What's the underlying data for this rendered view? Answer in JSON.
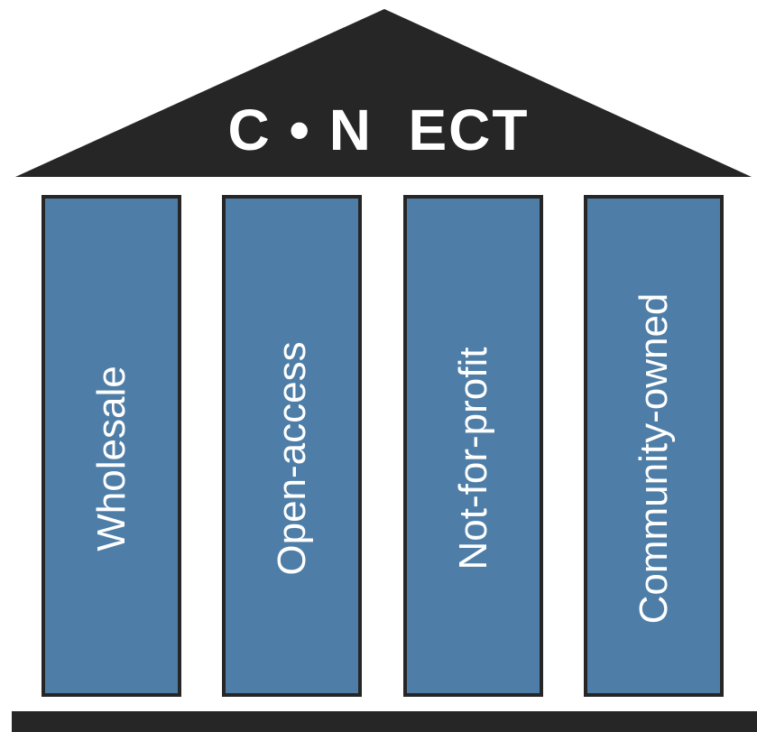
{
  "roof": {
    "title": "C • N  ECT"
  },
  "pillars": [
    {
      "label": "Wholesale"
    },
    {
      "label": "Open-access"
    },
    {
      "label": "Not-for-profit"
    },
    {
      "label": "Community-owned"
    }
  ],
  "colors": {
    "roof": "#262626",
    "pillar_fill": "#4e7ea7",
    "pillar_border": "#262626",
    "foundation": "#262626",
    "text": "#ffffff",
    "background": "#ffffff"
  }
}
